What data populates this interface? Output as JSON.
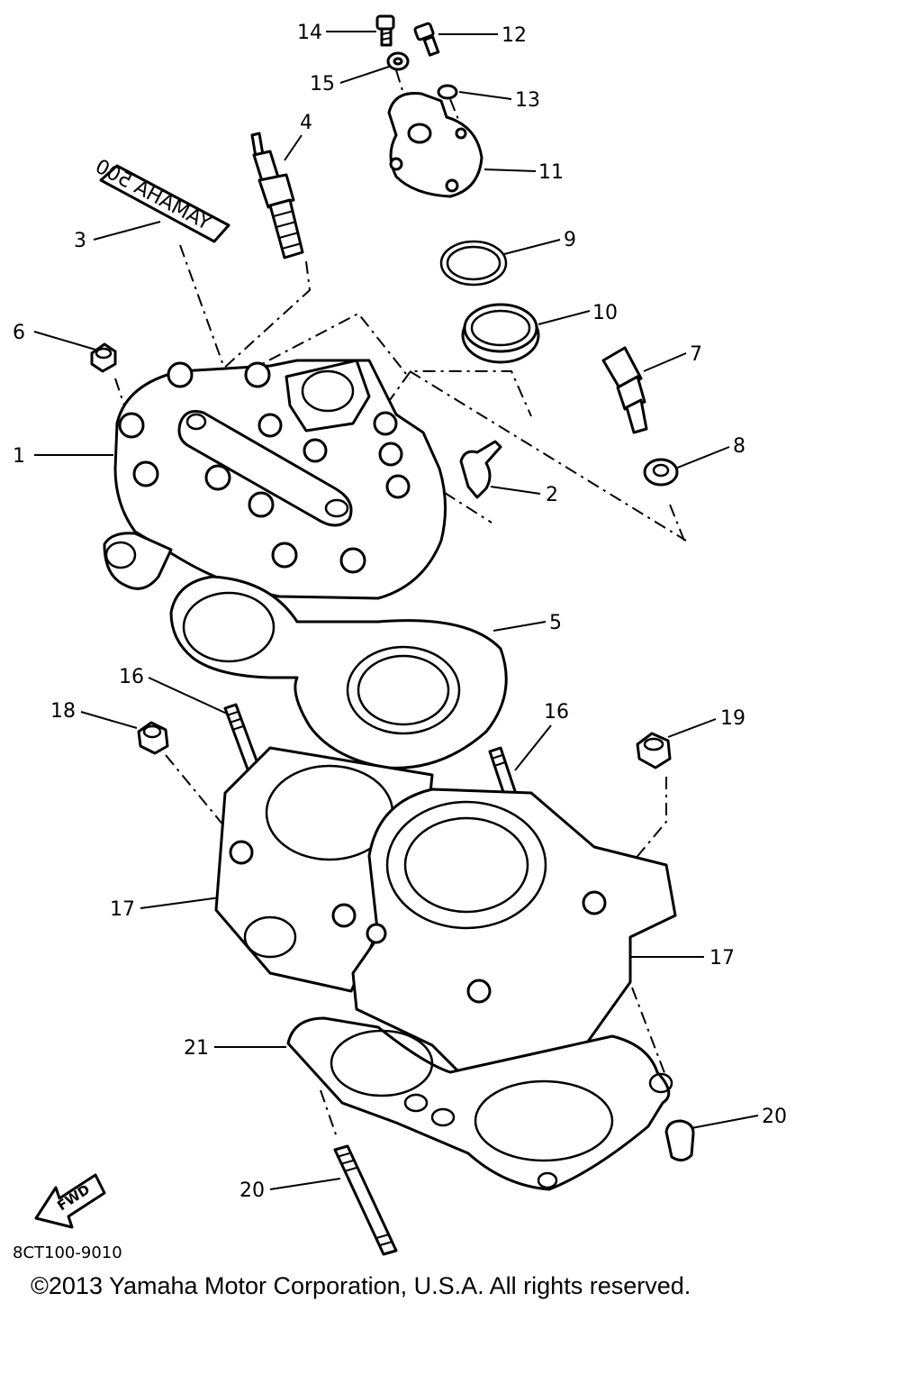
{
  "callouts": [
    {
      "id": "c1",
      "text": "1"
    },
    {
      "id": "c2",
      "text": "2"
    },
    {
      "id": "c3",
      "text": "3"
    },
    {
      "id": "c4",
      "text": "4"
    },
    {
      "id": "c5",
      "text": "5"
    },
    {
      "id": "c6",
      "text": "6"
    },
    {
      "id": "c7",
      "text": "7"
    },
    {
      "id": "c8",
      "text": "8"
    },
    {
      "id": "c9",
      "text": "9"
    },
    {
      "id": "c10",
      "text": "10"
    },
    {
      "id": "c11",
      "text": "11"
    },
    {
      "id": "c12",
      "text": "12"
    },
    {
      "id": "c13",
      "text": "13"
    },
    {
      "id": "c14",
      "text": "14"
    },
    {
      "id": "c15",
      "text": "15"
    },
    {
      "id": "c16a",
      "text": "16"
    },
    {
      "id": "c16b",
      "text": "16"
    },
    {
      "id": "c17a",
      "text": "17"
    },
    {
      "id": "c17b",
      "text": "17"
    },
    {
      "id": "c18",
      "text": "18"
    },
    {
      "id": "c19",
      "text": "19"
    },
    {
      "id": "c20a",
      "text": "20"
    },
    {
      "id": "c20b",
      "text": "20"
    },
    {
      "id": "c21",
      "text": "21"
    }
  ],
  "decal_text": "YAMAHA 500",
  "fwd_text": "FWD",
  "diagram_code": "8CT100-9010",
  "copyright": "©2013 Yamaha Motor Corporation, U.S.A. All rights reserved."
}
